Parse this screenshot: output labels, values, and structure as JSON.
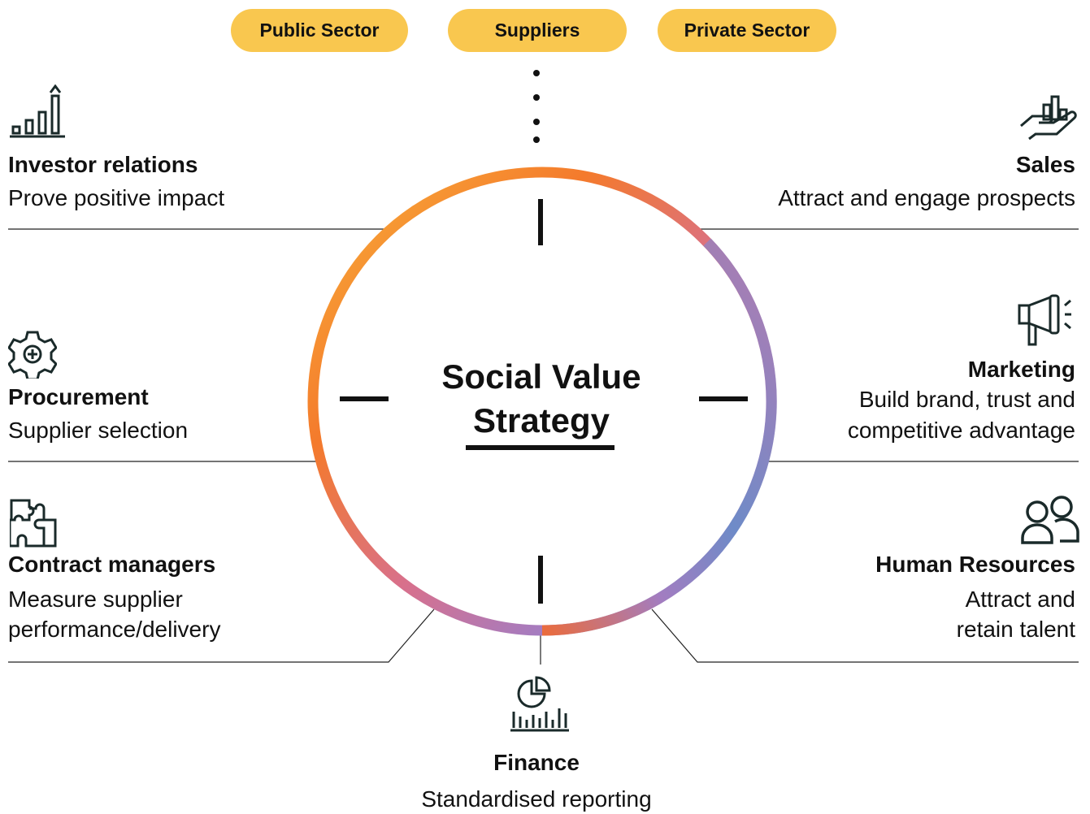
{
  "colors": {
    "pill": "#f9c74f",
    "ring_gradient": [
      "#f9a23a",
      "#f26a2e",
      "#b07cb4",
      "#6b8cc8",
      "#c879a8",
      "#f47a2c"
    ],
    "text": "#111111",
    "line": "#222222"
  },
  "stakeholders": [
    {
      "label": "Public Sector"
    },
    {
      "label": "Suppliers"
    },
    {
      "label": "Private Sector"
    }
  ],
  "center": {
    "line1": "Social Value",
    "line2": "Strategy"
  },
  "segments": {
    "investor_relations": {
      "title": "Investor relations",
      "desc": "Prove positive impact",
      "icon": "bar-chart-growth-icon"
    },
    "procurement": {
      "title": "Procurement",
      "desc": "Supplier  selection",
      "icon": "gear-plus-icon"
    },
    "contract_managers": {
      "title": "Contract  managers",
      "desc_line1": "Measure supplier",
      "desc_line2": "performance/delivery",
      "icon": "puzzle-icon"
    },
    "sales": {
      "title": "Sales",
      "desc": "Attract and engage prospects",
      "icon": "hand-chart-icon"
    },
    "marketing": {
      "title": "Marketing",
      "desc_line1": "Build brand, trust and",
      "desc_line2": "competitive  advantage",
      "icon": "megaphone-icon"
    },
    "human_resources": {
      "title": "Human Resources",
      "desc_line1": "Attract and",
      "desc_line2": "retain talent",
      "icon": "people-icon"
    },
    "finance": {
      "title": "Finance",
      "desc": "Standardised  reporting",
      "icon": "pie-bar-chart-icon"
    }
  }
}
